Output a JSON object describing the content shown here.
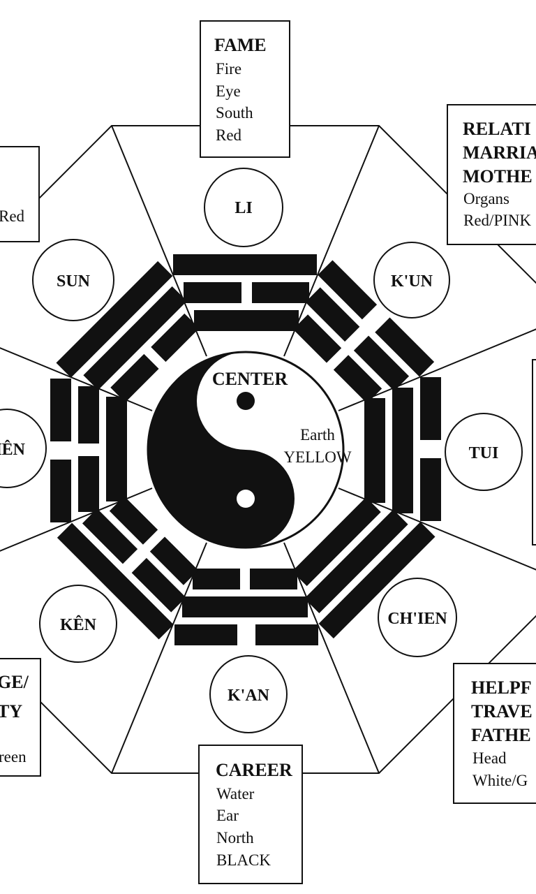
{
  "colors": {
    "ink": "#111111",
    "paper": "#ffffff"
  },
  "center": {
    "label": "CENTER",
    "element": "Earth",
    "color": "YELLOW"
  },
  "trigrams": {
    "top": "LI",
    "top_right": "K'UN",
    "right": "TUI",
    "bottom_right": "CH'IEN",
    "bottom": "K'AN",
    "bottom_left": "KÊN",
    "left": "HÊN",
    "top_left": "SUN"
  },
  "boxes": {
    "fame": {
      "title": "FAME",
      "lines": [
        "Fire",
        "Eye",
        "South",
        "Red"
      ]
    },
    "relationships": {
      "titles": [
        "RELATI",
        "MARRIA",
        "MOTHE"
      ],
      "lines": [
        "Organs",
        "Red/PINK"
      ]
    },
    "helpful": {
      "titles": [
        "HELPF",
        "TRAVE",
        "FATHE"
      ],
      "lines": [
        "Head",
        "White/G"
      ]
    },
    "career": {
      "title": "CAREER",
      "lines": [
        "Water",
        "Ear",
        "North",
        "BLACK"
      ]
    },
    "knowledge": {
      "titles": [
        "GE/",
        "TY"
      ],
      "lines": [
        "reen"
      ]
    },
    "wealth": {
      "lines": [
        "Red"
      ]
    }
  }
}
